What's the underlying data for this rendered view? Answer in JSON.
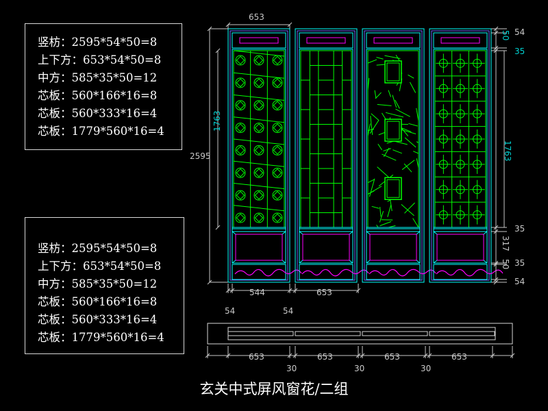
{
  "spec_box_top": {
    "lines": [
      "竖枋：2595*54*50=8",
      "上下方：653*54*50=8",
      "中方：585*35*50=12",
      "芯板：560*166*16=8",
      "芯板：560*333*16=4",
      "芯板：1779*560*16=4"
    ]
  },
  "spec_box_bottom": {
    "lines": [
      "竖枋：2595*54*50=8",
      "上下方：653*54*50=8",
      "中方：585*35*50=12",
      "芯板：560*166*16=8",
      "芯板：560*333*16=4",
      "芯板：1779*560*16=4"
    ]
  },
  "dimensions": {
    "top_width": "653",
    "overall_height": "2595",
    "left_lattice_height": "1763",
    "right_lattice_height": "1763",
    "right_top_rail": "54",
    "right_top_upper": "50",
    "right_top_mid": "35",
    "right_mid_35": "35",
    "right_bottom_35": "35",
    "right_bottom_panel": "317",
    "right_bottom_50": "50",
    "right_bottom_54": "54",
    "bottom_inner_width": "544",
    "bottom_panel_width": "653",
    "bottom_left_54": "54",
    "bottom_mid_54": "54",
    "plan_widths": [
      "653",
      "653",
      "653",
      "653"
    ],
    "plan_gaps": [
      "30",
      "30",
      "30"
    ]
  },
  "title": "玄关中式屏风窗花/二组",
  "colors": {
    "background": "#000000",
    "frame": "#00ffff",
    "frame_inner": "#6a6aff",
    "accent": "#ff00ff",
    "lattice": "#00ff00",
    "dim_text": "#c8c8c8",
    "dim_cyan": "#00d0d0"
  }
}
